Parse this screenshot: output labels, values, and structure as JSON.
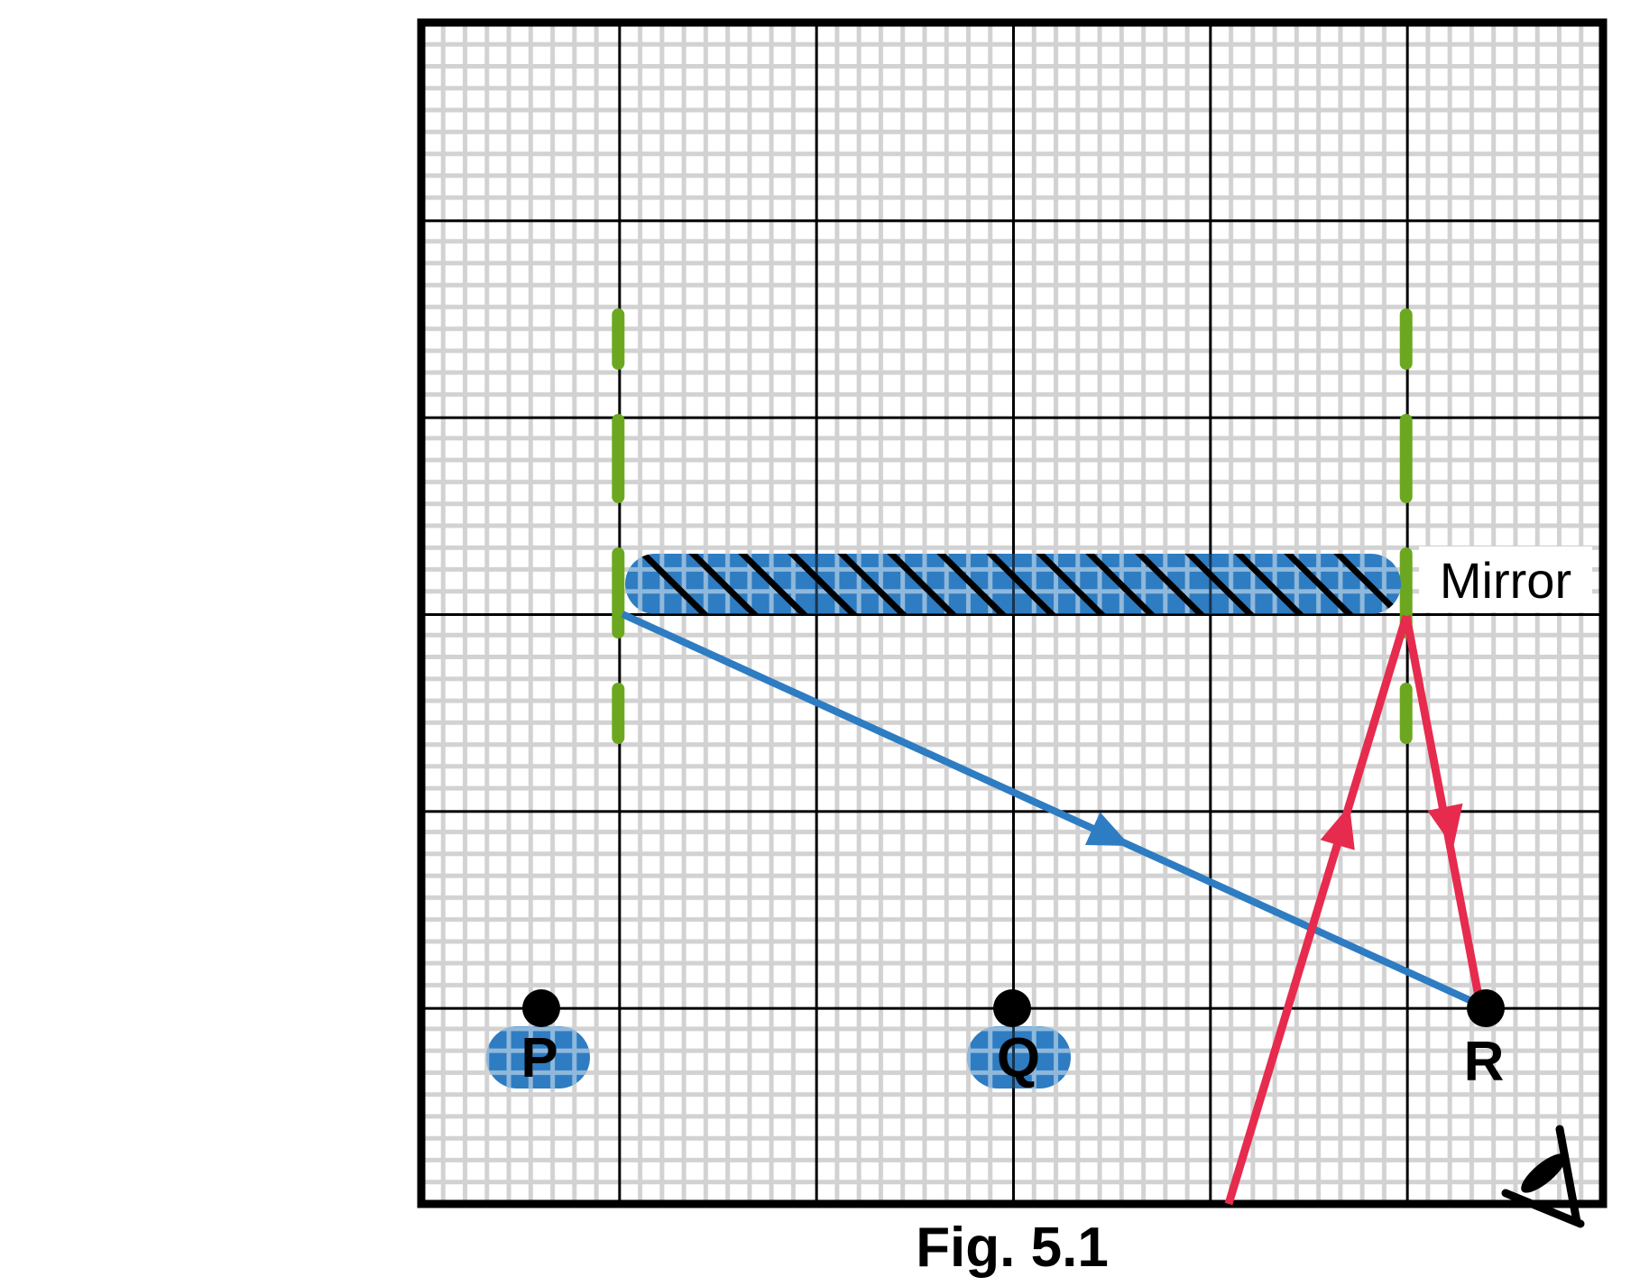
{
  "figure": {
    "caption": "Fig. 5.1",
    "mirror": {
      "label": "Mirror"
    },
    "points": {
      "p": "P",
      "q": "Q",
      "r": "R"
    }
  },
  "icons": {
    "eye": "eye-icon (observer's eye looking toward mirror)"
  },
  "colors": {
    "paper": "#FFFFFF",
    "grid-minor": "#D2D2D2",
    "grid-major": "#000000",
    "blue": "#2E7CC2",
    "mirror-grid": "#8FB8DB",
    "mirror-grid-major": "#16334F",
    "red": "#E62B4E",
    "green": "#6CA81F",
    "ink": "#000000"
  }
}
